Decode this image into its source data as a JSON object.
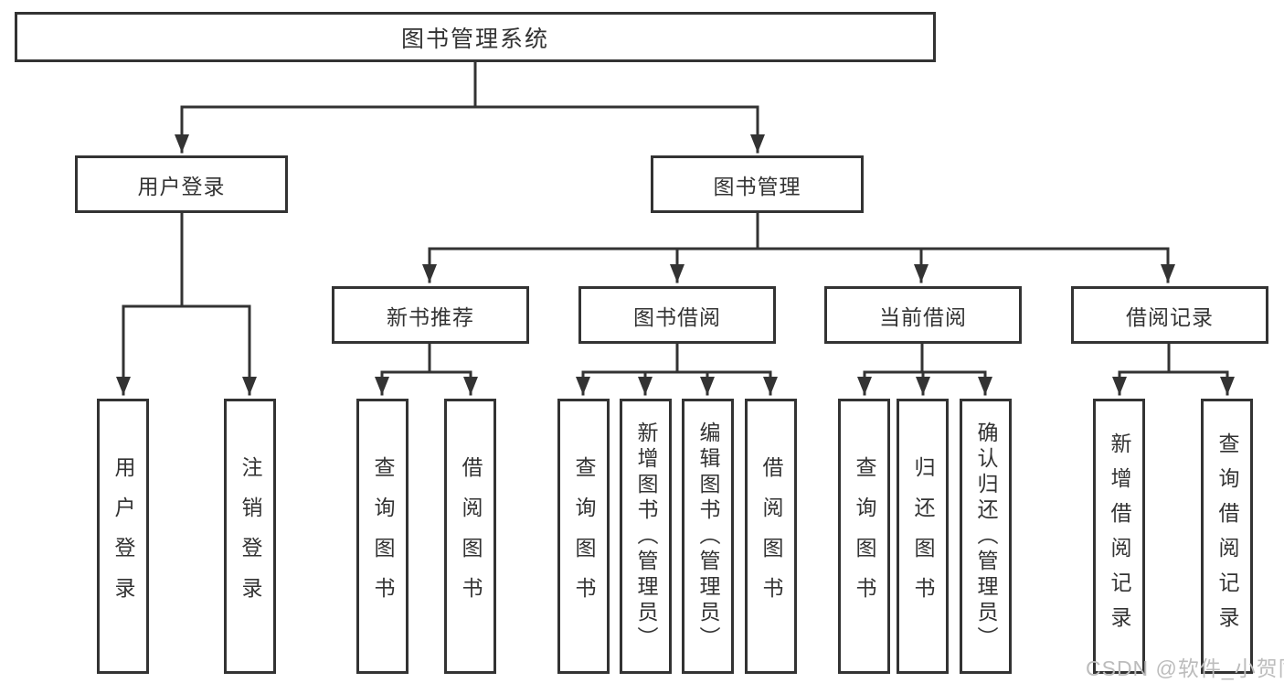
{
  "diagram": {
    "root": {
      "label": "图书管理系统"
    },
    "branches": [
      {
        "label": "用户登录",
        "children": [
          {
            "label": "用户登录"
          },
          {
            "label": "注销登录"
          }
        ]
      },
      {
        "label": "图书管理",
        "children": [
          {
            "label": "新书推荐",
            "children": [
              {
                "label": "查询图书"
              },
              {
                "label": "借阅图书"
              }
            ]
          },
          {
            "label": "图书借阅",
            "children": [
              {
                "label": "查询图书"
              },
              {
                "label": "新增图书（管理员）"
              },
              {
                "label": "编辑图书（管理员）"
              },
              {
                "label": "借阅图书"
              }
            ]
          },
          {
            "label": "当前借阅",
            "children": [
              {
                "label": "查询图书"
              },
              {
                "label": "归还图书"
              },
              {
                "label": "确认归还（管理员）"
              }
            ]
          },
          {
            "label": "借阅记录",
            "children": [
              {
                "label": "新增借阅记录"
              },
              {
                "label": "查询借阅记录"
              }
            ]
          }
        ]
      }
    ]
  },
  "watermark": {
    "text": "CSDN @软件_小贺同学"
  },
  "colors": {
    "line": "#333333",
    "text": "#333333",
    "background": "#ffffff",
    "watermark": "#bcbcbc"
  }
}
